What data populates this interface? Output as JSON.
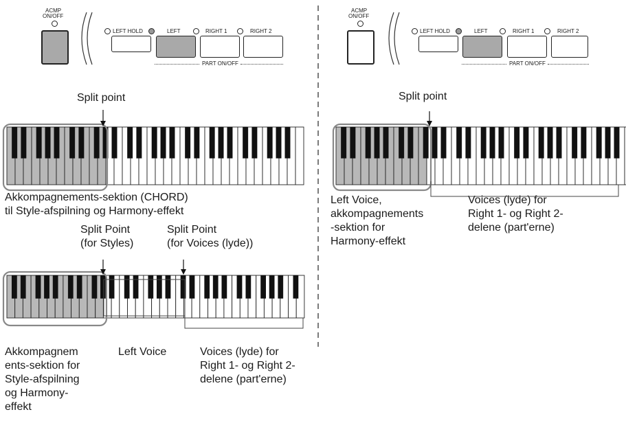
{
  "panel": {
    "acmp_label_line1": "ACMP",
    "acmp_label_line2": "ON/OFF",
    "left_hold": "LEFT HOLD",
    "left": "LEFT",
    "right1": "RIGHT 1",
    "right2": "RIGHT 2",
    "part_on_off": "PART ON/OFF"
  },
  "left_panel": {
    "split_point": "Split point",
    "chord_line1": "Akkompagnements-sektion (CHORD)",
    "chord_line2": "til Style-afspilning og Harmony-effekt",
    "sp_styles_line1": "Split Point",
    "sp_styles_line2": "(for Styles)",
    "sp_voices_line1": "Split Point",
    "sp_voices_line2": "(for Voices (lyde))",
    "acc_lines": [
      "Akkompagnem",
      "ents-sektion for",
      "Style-afspilning",
      "og Harmony-",
      "effekt"
    ],
    "left_voice": "Left Voice",
    "voices_lines": [
      "Voices (lyde) for",
      "Right 1- og Right 2-",
      "delene (part'erne)"
    ]
  },
  "right_panel": {
    "split_point": "Split point",
    "left_voice_lines": [
      "Left Voice,",
      "akkompagnements",
      "-sektion for",
      "Harmony-effekt"
    ],
    "voices_lines": [
      "Voices (lyde) for",
      "Right 1- og Right 2-",
      "delene (part'erne)"
    ]
  }
}
